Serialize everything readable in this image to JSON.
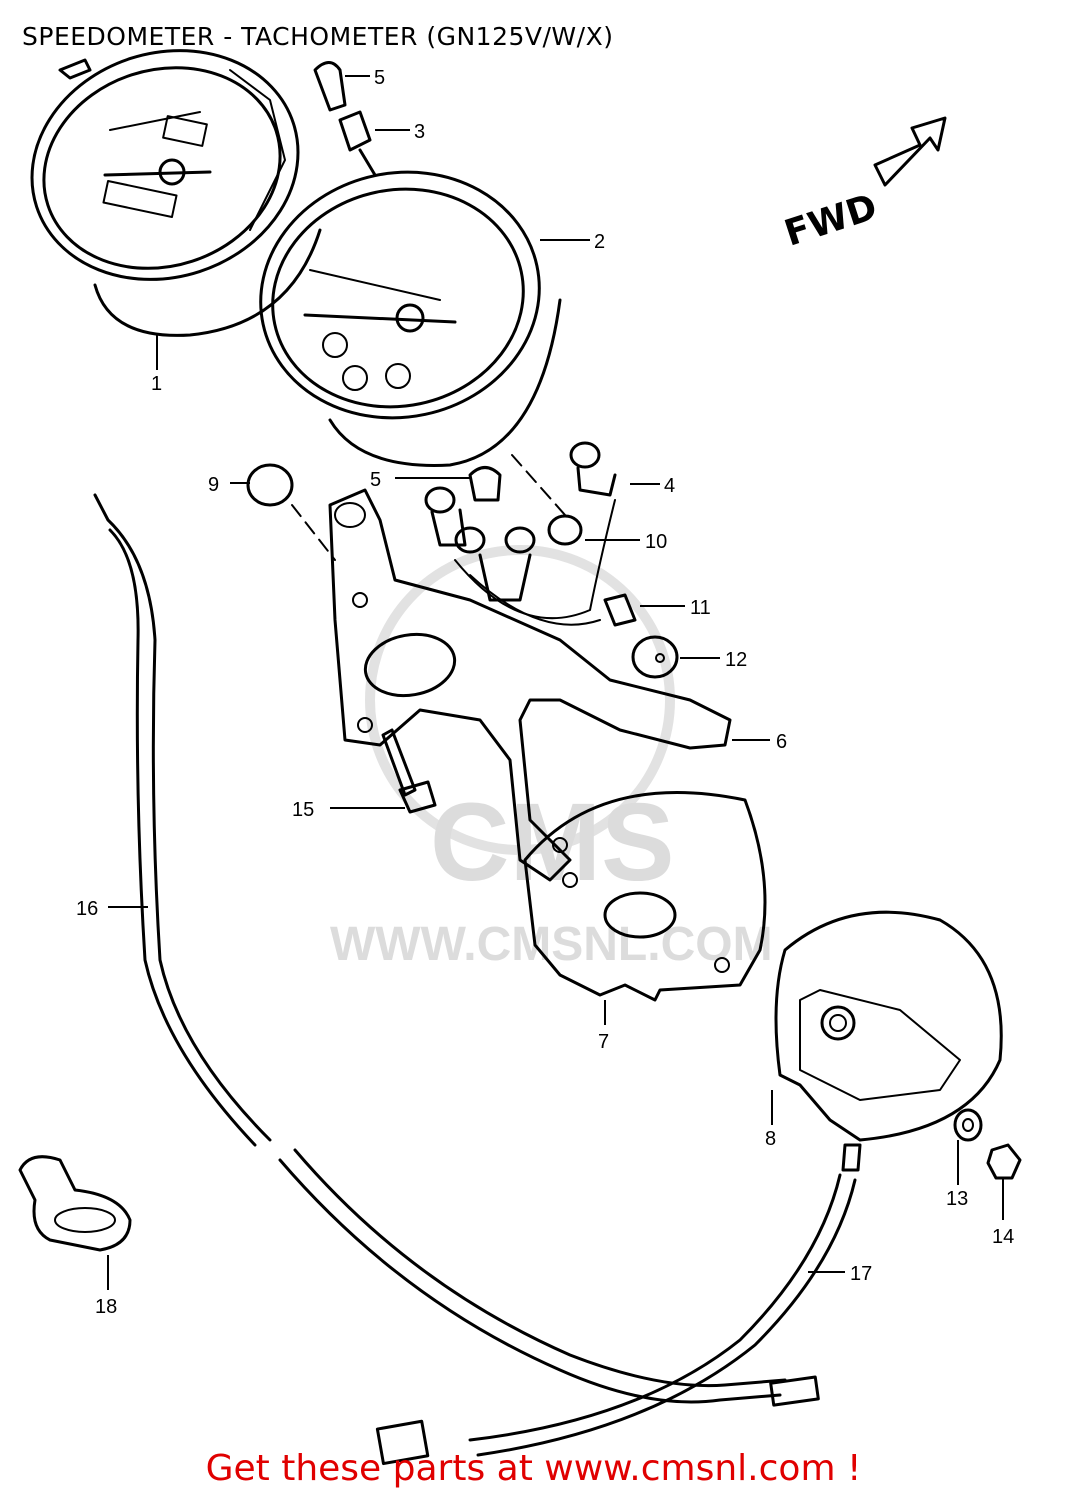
{
  "title": "SPEEDOMETER - TACHOMETER (GN125V/W/X)",
  "direction_label": "FWD",
  "watermark": {
    "logo_text": "CMS",
    "url": "WWW.CMSNL.COM"
  },
  "footer": "Get these parts at www.cmsnl.com !",
  "callouts": [
    {
      "number": "1"
    },
    {
      "number": "2"
    },
    {
      "number": "3"
    },
    {
      "number": "4"
    },
    {
      "number": "5"
    },
    {
      "number": "5"
    },
    {
      "number": "6"
    },
    {
      "number": "7"
    },
    {
      "number": "8"
    },
    {
      "number": "9"
    },
    {
      "number": "10"
    },
    {
      "number": "11"
    },
    {
      "number": "12"
    },
    {
      "number": "13"
    },
    {
      "number": "14"
    },
    {
      "number": "15"
    },
    {
      "number": "16"
    },
    {
      "number": "17"
    },
    {
      "number": "18"
    }
  ]
}
